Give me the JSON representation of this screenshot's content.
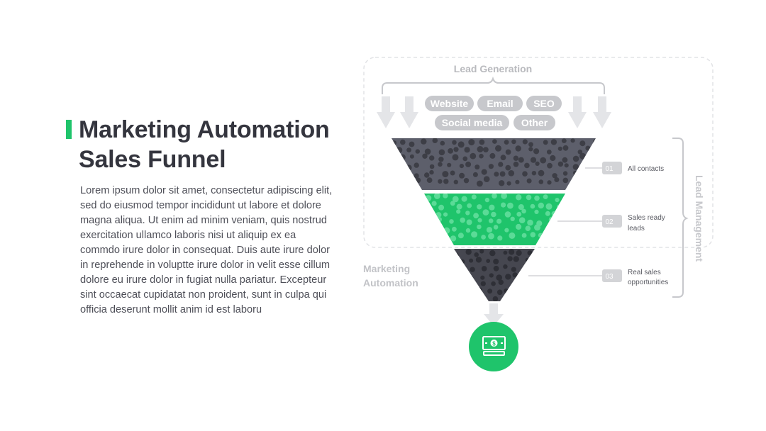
{
  "slide": {
    "title_line1": "Marketing Automation",
    "title_line2": "Sales Funnel",
    "body": "Lorem ipsum dolor sit amet, consectetur adipiscing elit, sed do eiusmod tempor incididunt ut labore et dolore magna aliqua. Ut enim ad minim veniam, quis nostrud exercitation ullamco laboris nisi ut aliquip ex ea commdo irure dolor in consequat. Duis aute irure dolor in reprehende in voluptte irure dolor in velit esse cillum dolore eu irure dolor in fugiat nulla pariatur. Excepteur sint occaecat cupidatat non proident, sunt in culpa qui officia deserunt mollit anim id est laboru"
  },
  "diagram": {
    "lead_generation_label": "Lead Generation",
    "sources": [
      "Website",
      "Email",
      "SEO",
      "Social media",
      "Other"
    ],
    "marketing_automation_label": [
      "Marketing",
      "Automation"
    ],
    "lead_management_label": "Lead Management",
    "stages": [
      {
        "number": "01",
        "label": [
          "All contacts"
        ]
      },
      {
        "number": "02",
        "label": [
          "Sales ready",
          "leads"
        ]
      },
      {
        "number": "03",
        "label": [
          "Real sales",
          "opportunities"
        ]
      }
    ],
    "result_icon": "money-stack-icon"
  },
  "colors": {
    "accent": "#1fc46b",
    "title": "#34353e",
    "funnel_top": "#5d5f6b",
    "funnel_middle": "#1fc46b",
    "funnel_bottom": "#464750",
    "muted": "#c7c8cc",
    "muted_text": "#b9babe",
    "stage_badge": "#d3d4d7"
  }
}
